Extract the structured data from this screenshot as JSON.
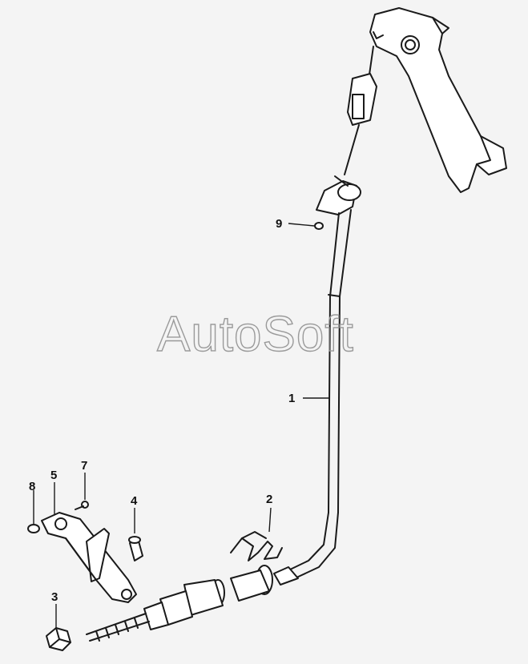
{
  "watermark": "AutoSoft",
  "callouts": {
    "c1": "1",
    "c2": "2",
    "c3": "3",
    "c4": "4",
    "c5": "5",
    "c6": "7",
    "c7": "8",
    "c8": "9"
  }
}
